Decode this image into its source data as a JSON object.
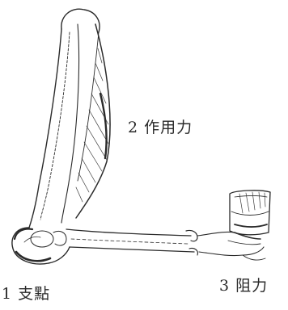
{
  "labels": {
    "effort": "2 作用力",
    "fulcrum": "1 支點",
    "load": "3 阻力"
  },
  "colors": {
    "ink": "#2a2a2a",
    "shade": "#3a3a3a"
  }
}
